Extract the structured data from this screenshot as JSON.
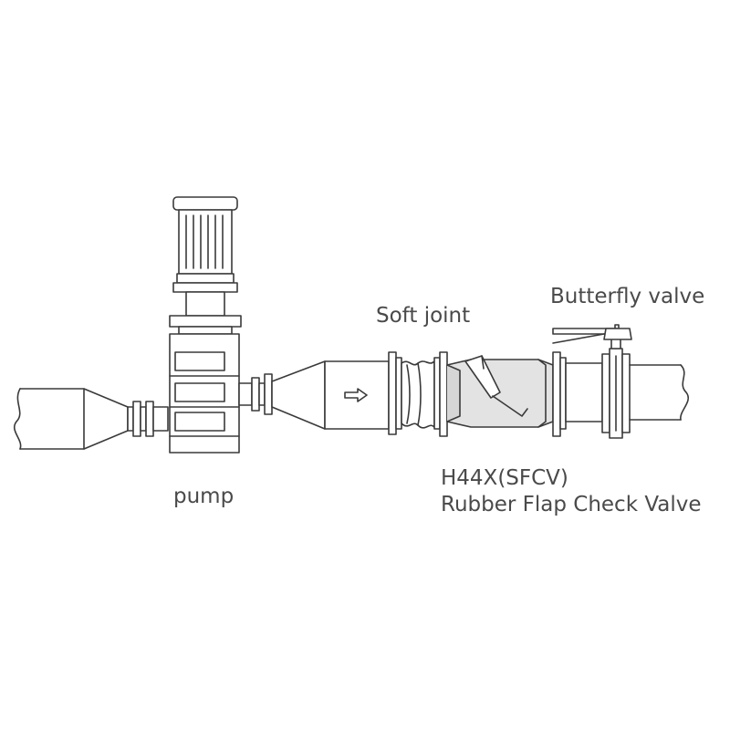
{
  "labels": {
    "pump": "pump",
    "soft_joint": "Soft joint",
    "butterfly_valve": "Butterfly valve",
    "check_valve_model": "H44X(SFCV)",
    "check_valve_name": "Rubber Flap Check Valve"
  },
  "colors": {
    "line": "#3a3a3a",
    "valve_body_fill": "#e3e3e3",
    "text": "#4a4a4a",
    "background": "#ffffff"
  }
}
